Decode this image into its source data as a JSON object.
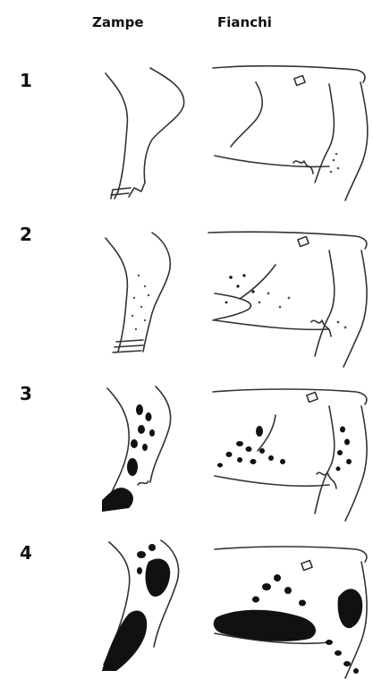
{
  "headers": {
    "legs": "Zampe",
    "flanks": "Fianchi"
  },
  "rows": [
    {
      "number": "1"
    },
    {
      "number": "2"
    },
    {
      "number": "3"
    },
    {
      "number": "4"
    }
  ]
}
